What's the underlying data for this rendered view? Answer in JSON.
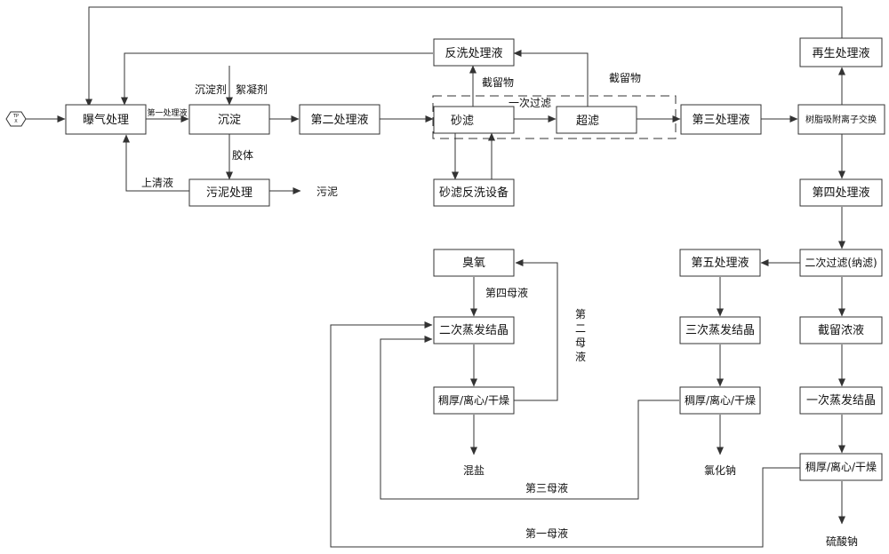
{
  "start_node": {
    "label": "TP\nX"
  },
  "boxes": {
    "aeration": "曝气处理",
    "sediment": "沉淀",
    "sludge_treat": "污泥处理",
    "second_liquid": "第二处理液",
    "sand_filter": "砂滤",
    "ultrafilter": "超滤",
    "backwash_liquid": "反洗处理液",
    "sand_backwash_eq": "砂滤反洗设备",
    "third_liquid": "第三处理液",
    "regen_liquid": "再生处理液",
    "resin_exchange": "树脂吸附离子交换",
    "fourth_liquid": "第四处理液",
    "secondary_filter": "二次过滤(纳滤)",
    "retained_conc": "截留浓液",
    "first_evap": "一次蒸发结晶",
    "thick_dry_3": "稠厚/离心/干燥",
    "fifth_liquid": "第五处理液",
    "third_evap": "三次蒸发结晶",
    "thick_dry_2": "稠厚/离心/干燥",
    "ozone": "臭氧",
    "second_evap": "二次蒸发结晶",
    "thick_dry_1": "稠厚/离心/干燥"
  },
  "labels": {
    "first_liquid": "第一处理液",
    "precipitant": "沉淀剂",
    "flocculant": "絮凝剂",
    "colloid": "胶体",
    "supernatant": "上清液",
    "sludge": "污泥",
    "retained_1": "截留物",
    "retained_2": "截留物",
    "primary_filter": "一次过滤",
    "fourth_mother": "第四母液",
    "second_mother": "第\n二\n母\n液",
    "mixed_salt": "混盐",
    "nacl": "氯化钠",
    "na2so4": "硫酸钠",
    "third_mother": "第三母液",
    "first_mother": "第一母液"
  }
}
